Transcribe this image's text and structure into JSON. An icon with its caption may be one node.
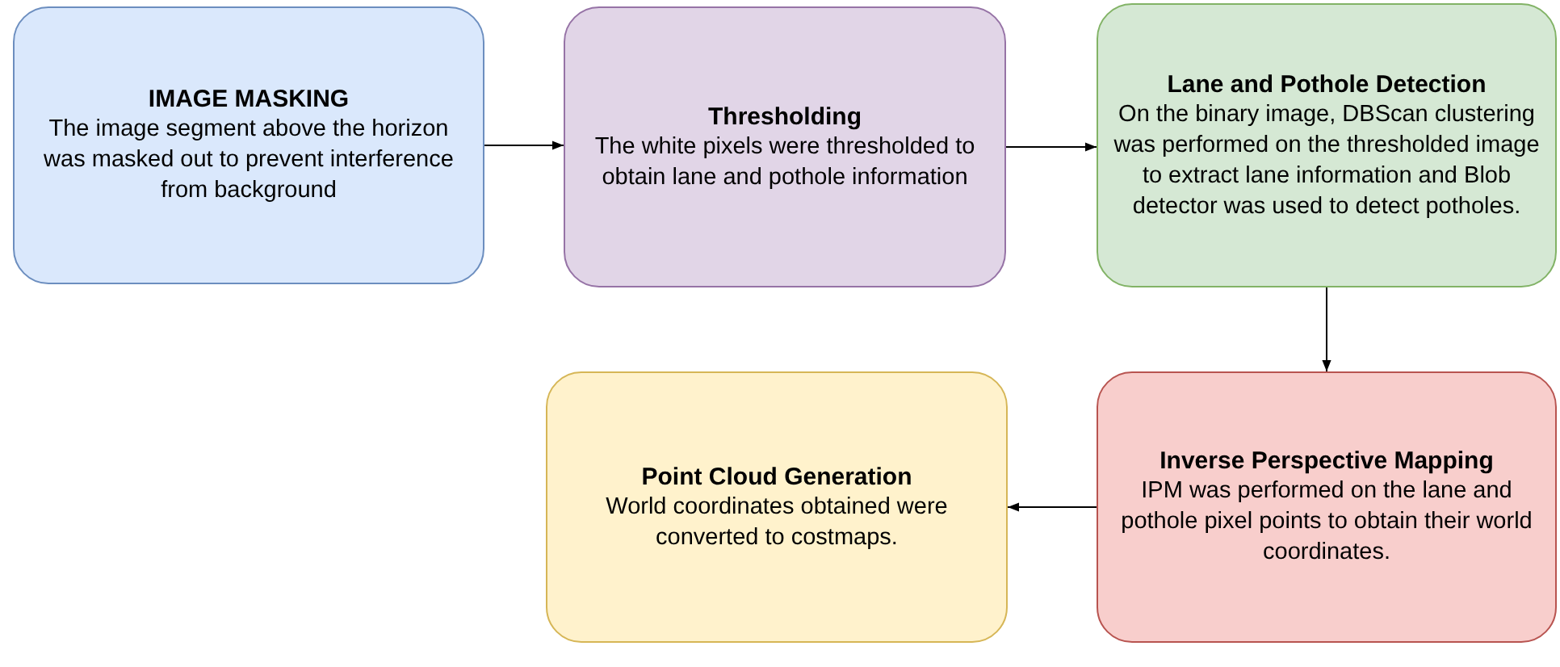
{
  "diagram": {
    "nodes": [
      {
        "text": [
          "IMAGE MASKING",
          "The image segment above the horizon was masked out to prevent interference from background"
        ]
      },
      {
        "text": [
          "Thresholding",
          "The white pixels were thresholded to obtain lane and pothole information"
        ]
      },
      {
        "text": [
          "Lane and Pothole Detection",
          "On the binary image, DBScan clustering was performed on the thresholded image to extract lane information and Blob detector was used to detect potholes."
        ]
      },
      {
        "text": [
          "Inverse Perspective Mapping",
          "IPM was performed on the lane and pothole pixel points to obtain their world coordinates."
        ]
      },
      {
        "text": [
          "Point Cloud Generation",
          "World coordinates obtained were converted to costmaps."
        ]
      }
    ],
    "edges": [
      {
        "from": 0,
        "to": 1,
        "arrow": "to"
      },
      {
        "from": 1,
        "to": 2,
        "arrow": "to"
      },
      {
        "from": 2,
        "to": 3,
        "arrow": "to"
      },
      {
        "from": 3,
        "to": 4,
        "arrow": "to"
      }
    ]
  }
}
